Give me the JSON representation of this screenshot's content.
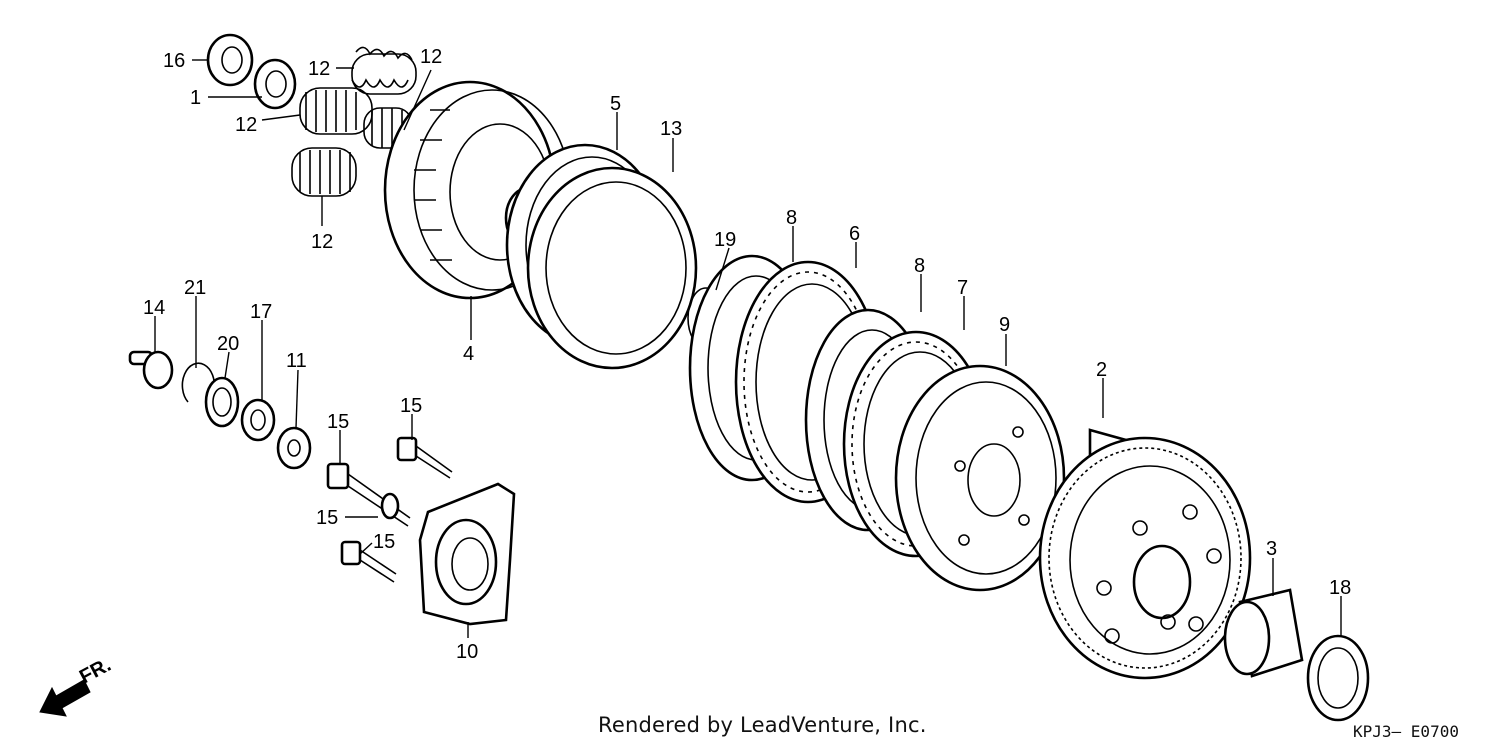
{
  "callouts": {
    "c1": "1",
    "c2": "2",
    "c3": "3",
    "c4": "4",
    "c5": "5",
    "c6": "6",
    "c7": "7",
    "c8a": "8",
    "c8b": "8",
    "c9": "9",
    "c10": "10",
    "c11": "11",
    "c12a": "12",
    "c12b": "12",
    "c12c": "12",
    "c12d": "12",
    "c13": "13",
    "c14": "14",
    "c15a": "15",
    "c15b": "15",
    "c15c": "15",
    "c15d": "15",
    "c16": "16",
    "c17": "17",
    "c18": "18",
    "c19": "19",
    "c20": "20",
    "c21": "21"
  },
  "direction_label": "FR.",
  "footer": {
    "credit": "Rendered by LeadVenture, Inc.",
    "diagram_code": "KPJ3— E0700"
  }
}
